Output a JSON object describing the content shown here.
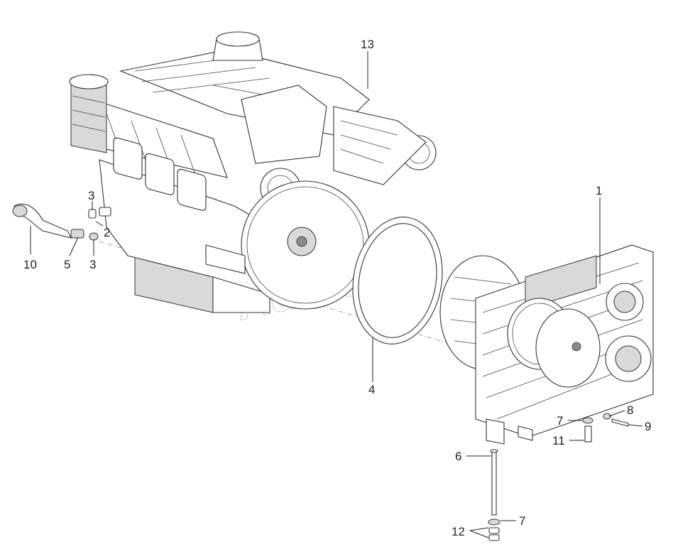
{
  "watermark": "AutoSoft",
  "callouts": [
    {
      "id": "c13",
      "label": "13"
    },
    {
      "id": "c1",
      "label": "1"
    },
    {
      "id": "c3a",
      "label": "3"
    },
    {
      "id": "c2",
      "label": "2"
    },
    {
      "id": "c10",
      "label": "10"
    },
    {
      "id": "c5",
      "label": "5"
    },
    {
      "id": "c3b",
      "label": "3"
    },
    {
      "id": "c4",
      "label": "4"
    },
    {
      "id": "c8",
      "label": "8"
    },
    {
      "id": "c7a",
      "label": "7"
    },
    {
      "id": "c9",
      "label": "9"
    },
    {
      "id": "c11",
      "label": "11"
    },
    {
      "id": "c6",
      "label": "6"
    },
    {
      "id": "c7b",
      "label": "7"
    },
    {
      "id": "c12",
      "label": "12"
    }
  ]
}
